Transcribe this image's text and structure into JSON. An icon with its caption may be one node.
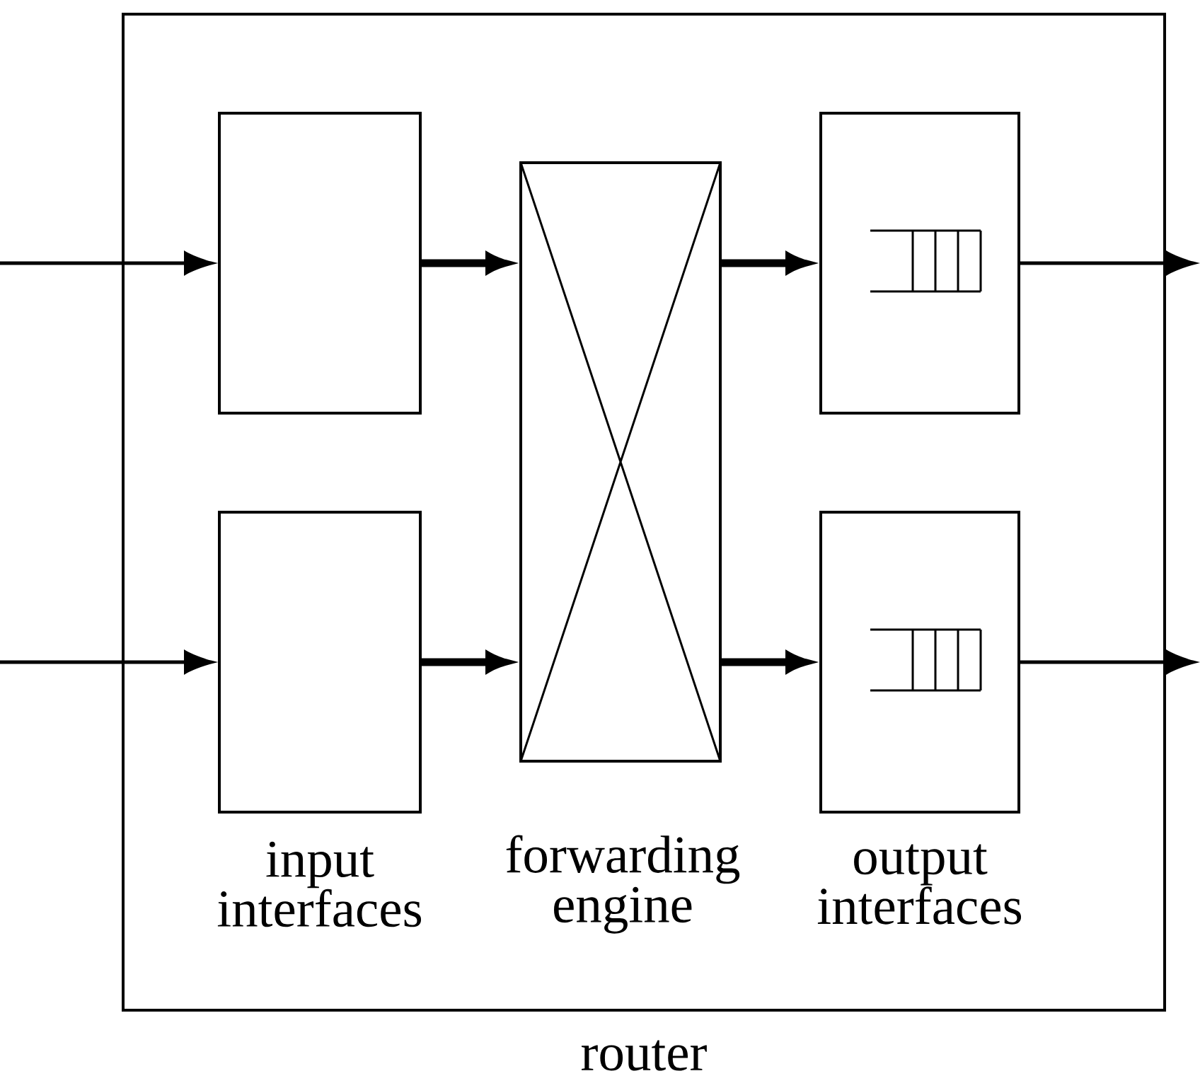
{
  "diagram": {
    "nodes": [
      {
        "text": [
          "router"
        ]
      },
      {
        "text": [],
        "shape": "box",
        "in": 0
      },
      {
        "text": [],
        "shape": "box",
        "in": 0
      },
      {
        "text": [],
        "shape": "box",
        "in": 0
      },
      {
        "text": [],
        "shape": "box",
        "in": 0
      },
      {
        "text": [],
        "shape": "box",
        "in": 0
      }
    ],
    "edges": [
      {
        "from": null,
        "to": 1,
        "arrow": "to"
      },
      {
        "from": null,
        "to": 2,
        "arrow": "to"
      },
      {
        "from": 1,
        "to": 3,
        "arrow": "to",
        "style": "thick"
      },
      {
        "from": 2,
        "to": 3,
        "arrow": "to",
        "style": "thick"
      },
      {
        "from": 3,
        "to": 4,
        "arrow": "to",
        "style": "thick"
      },
      {
        "from": 3,
        "to": 5,
        "arrow": "to",
        "style": "thick"
      },
      {
        "from": 4,
        "to": null,
        "arrow": "to"
      },
      {
        "from": 5,
        "to": null,
        "arrow": "to"
      }
    ],
    "labels": [
      "input interfaces",
      "forwarding engine",
      "output interfaces"
    ]
  }
}
